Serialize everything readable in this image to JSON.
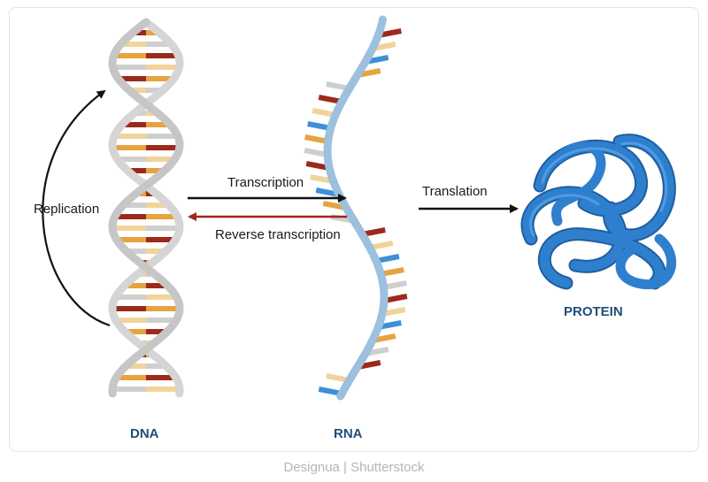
{
  "labels": {
    "dna": "DNA",
    "rna": "RNA",
    "protein": "PROTEIN",
    "replication": "Replication",
    "transcription": "Transcription",
    "reverse_transcription": "Reverse transcription",
    "translation": "Translation"
  },
  "credit": "Designua | Shutterstock",
  "colors": {
    "dna_backbone": "#d5d5d5",
    "rna_backbone": "#9cc0de",
    "base_red": "#9b2a1c",
    "base_orange": "#e6a340",
    "base_yellow": "#f1d49a",
    "base_blue": "#3e8fd8",
    "protein_blue": "#2f7fcf",
    "forward_arrow": "#111111",
    "reverse_arrow": "#a1261b"
  }
}
